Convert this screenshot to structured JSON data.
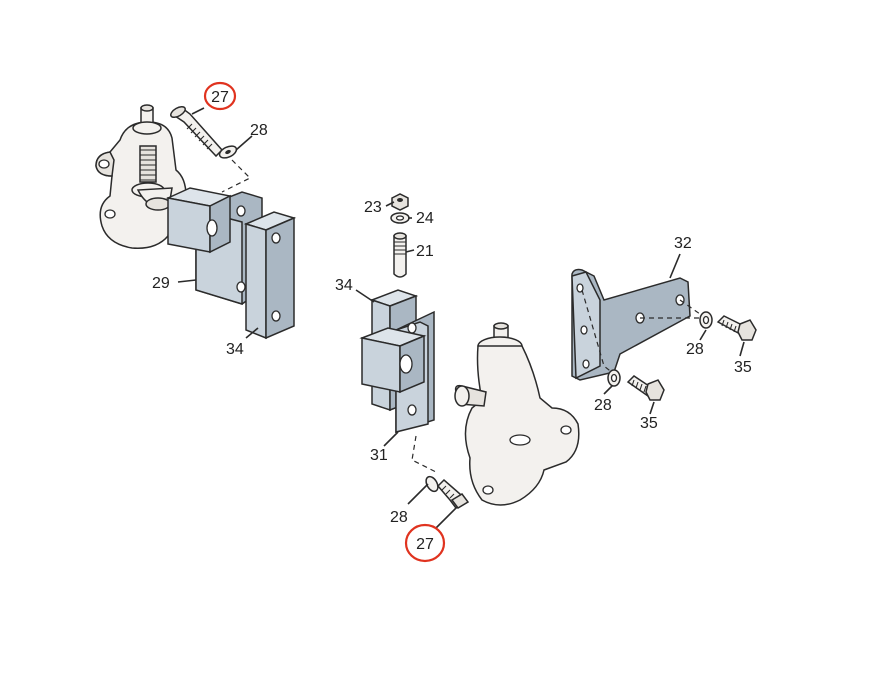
{
  "diagram": {
    "callouts": {
      "c27_top": "27",
      "c28_top": "28",
      "c29": "29",
      "c34_left": "34",
      "c23": "23",
      "c24": "24",
      "c21": "21",
      "c34_mid": "34",
      "c31": "31",
      "c28_bottom": "28",
      "c27_bottom": "27",
      "c32": "32",
      "c28_right": "28",
      "c35_right": "35",
      "c28_mid": "28",
      "c35_mid": "35"
    },
    "highlighted_callouts": [
      "27"
    ],
    "colors": {
      "highlight": "#e0331f",
      "part_fill": "#c9d3dc",
      "line": "#2b2b2b"
    }
  }
}
